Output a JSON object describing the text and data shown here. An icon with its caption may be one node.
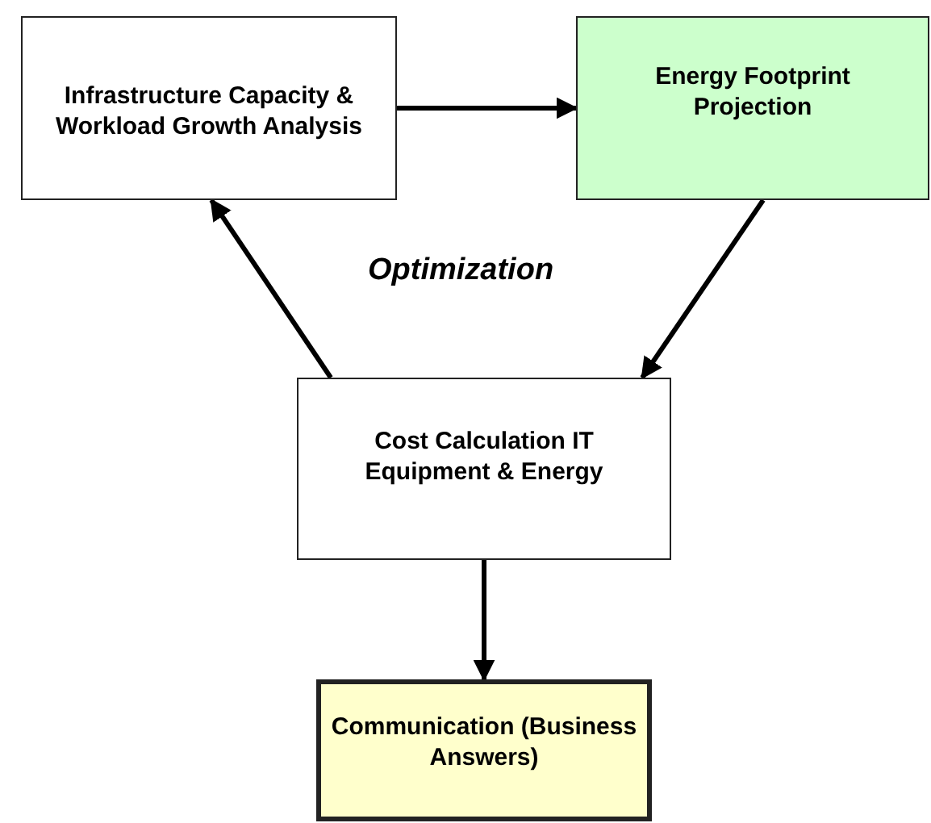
{
  "diagram": {
    "nodes": [
      {
        "text": [
          "Infrastructure Capacity & Workload Growth Analysis"
        ]
      },
      {
        "text": [
          "Energy Footprint Projection"
        ]
      },
      {
        "text": [
          "Cost Calculation IT Equipment & Energy"
        ]
      },
      {
        "text": [
          "Communication (Business Answers)"
        ]
      }
    ],
    "edges": [
      {
        "from": 0,
        "to": 1,
        "arrow": "to"
      },
      {
        "from": 1,
        "to": 2,
        "arrow": "to"
      },
      {
        "from": 2,
        "to": 0,
        "arrow": "to"
      },
      {
        "from": 2,
        "to": 3,
        "arrow": "to"
      }
    ],
    "labels": [
      "Optimization"
    ]
  }
}
